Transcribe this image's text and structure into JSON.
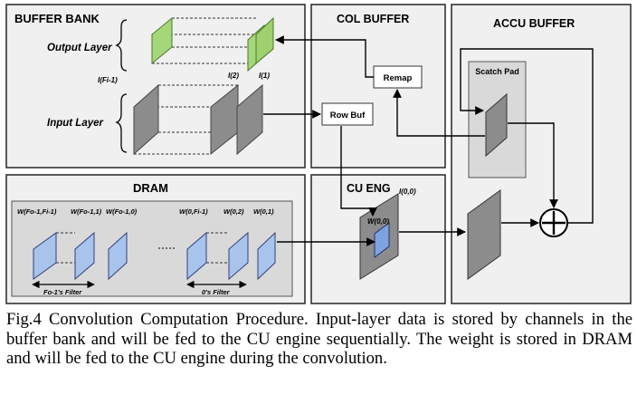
{
  "panels": {
    "buffer_bank": "BUFFER BANK",
    "col_buffer": "COL BUFFER",
    "accu_buffer": "ACCU BUFFER",
    "dram": "DRAM",
    "cu_eng": "CU ENG"
  },
  "layers": {
    "output": "Output Layer",
    "input": "Input Layer"
  },
  "channel_labels": {
    "i_fi_1": "I(Fi-1)",
    "i_2": "I(2)",
    "i_1": "I(1)",
    "i_0_0": "I(0,0)"
  },
  "blocks": {
    "remap": "Remap",
    "row_buf": "Row Buf",
    "scratch_pad": "Scatch Pad"
  },
  "weights": {
    "w_fo1_fi1": "W(Fo-1,Fi-1)",
    "w_fo1_1": "W(Fo-1,1)",
    "w_fo1_0": "W(Fo-1,0)",
    "w_0_fi1": "W(0,Fi-1)",
    "w_0_2": "W(0,2)",
    "w_0_1": "W(0,1)",
    "w_0_0": "W(0,0)"
  },
  "filters": {
    "fo1": "Fo-1's Filter",
    "zero": "0's Filter"
  },
  "caption": "Fig.4 Convolution Computation Procedure. Input-layer data is stored by channels in the buffer bank and will be fed to the CU engine sequentially. The weight is stored in DRAM and will be fed to the CU engine during the convolution."
}
